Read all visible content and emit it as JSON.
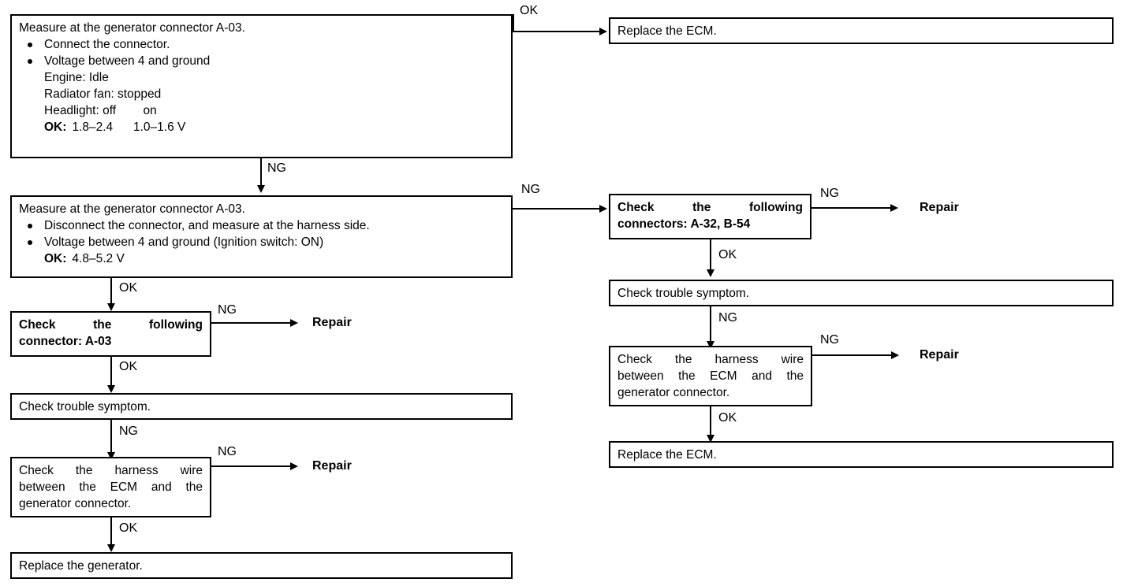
{
  "diagram": {
    "title": "Generator circuit diagnostic flowchart",
    "type": "flowchart",
    "colors": {
      "line": "#000000",
      "background": "#ffffff",
      "text": "#000000"
    }
  },
  "boxes": {
    "measure_connected": {
      "heading": "Measure at the generator connector A-03.",
      "bullet1": "Connect the connector.",
      "bullet2": "Voltage between 4 and ground",
      "line_engine": "Engine: Idle",
      "line_fan": "Radiator fan: stopped",
      "line_headlight": "Headlight: off        on",
      "ok_label": "OK:",
      "ok_values": "1.8–2.4      1.0–1.6 V"
    },
    "measure_disconnected": {
      "heading": "Measure at the generator connector A-03.",
      "bullet1": "Disconnect the connector, and measure at the harness side.",
      "bullet2": "Voltage between 4 and ground (Ignition switch: ON)",
      "ok_label": "OK:",
      "ok_values": "4.8–5.2 V"
    },
    "check_connector_left": {
      "line1": "Check the following",
      "line2": "connector: A-03"
    },
    "check_symptom_left": {
      "text": "Check trouble symptom."
    },
    "check_harness_left": {
      "line1": "Check the harness wire",
      "line2": "between the ECM and the",
      "line3": "generator connector."
    },
    "replace_generator": {
      "text": "Replace the generator."
    },
    "replace_ecm_top": {
      "text": "Replace the ECM."
    },
    "check_connectors_right": {
      "line1": "Check the following",
      "line2": "connectors: A-32, B-54"
    },
    "check_symptom_right": {
      "text": "Check trouble symptom."
    },
    "check_harness_right": {
      "line1": "Check the harness wire",
      "line2": "between the ECM and the",
      "line3": "generator connector."
    },
    "replace_ecm_bottom": {
      "text": "Replace the ECM."
    }
  },
  "terminals": {
    "repair_left_connector": "Repair",
    "repair_left_harness": "Repair",
    "repair_right_connectors": "Repair",
    "repair_right_harness": "Repair"
  },
  "edge_labels": {
    "e1_ok": "OK",
    "e2_ng": "NG",
    "e3_ng": "NG",
    "e4_ok": "OK",
    "e5_ng": "NG",
    "e6_ok": "OK",
    "e7_ng": "NG",
    "e8_ng": "NG",
    "e9_ok": "OK",
    "e10_ng": "NG",
    "e11_ok": "OK",
    "e12_ng": "NG",
    "e13_ng": "NG",
    "e14_ok": "OK"
  }
}
